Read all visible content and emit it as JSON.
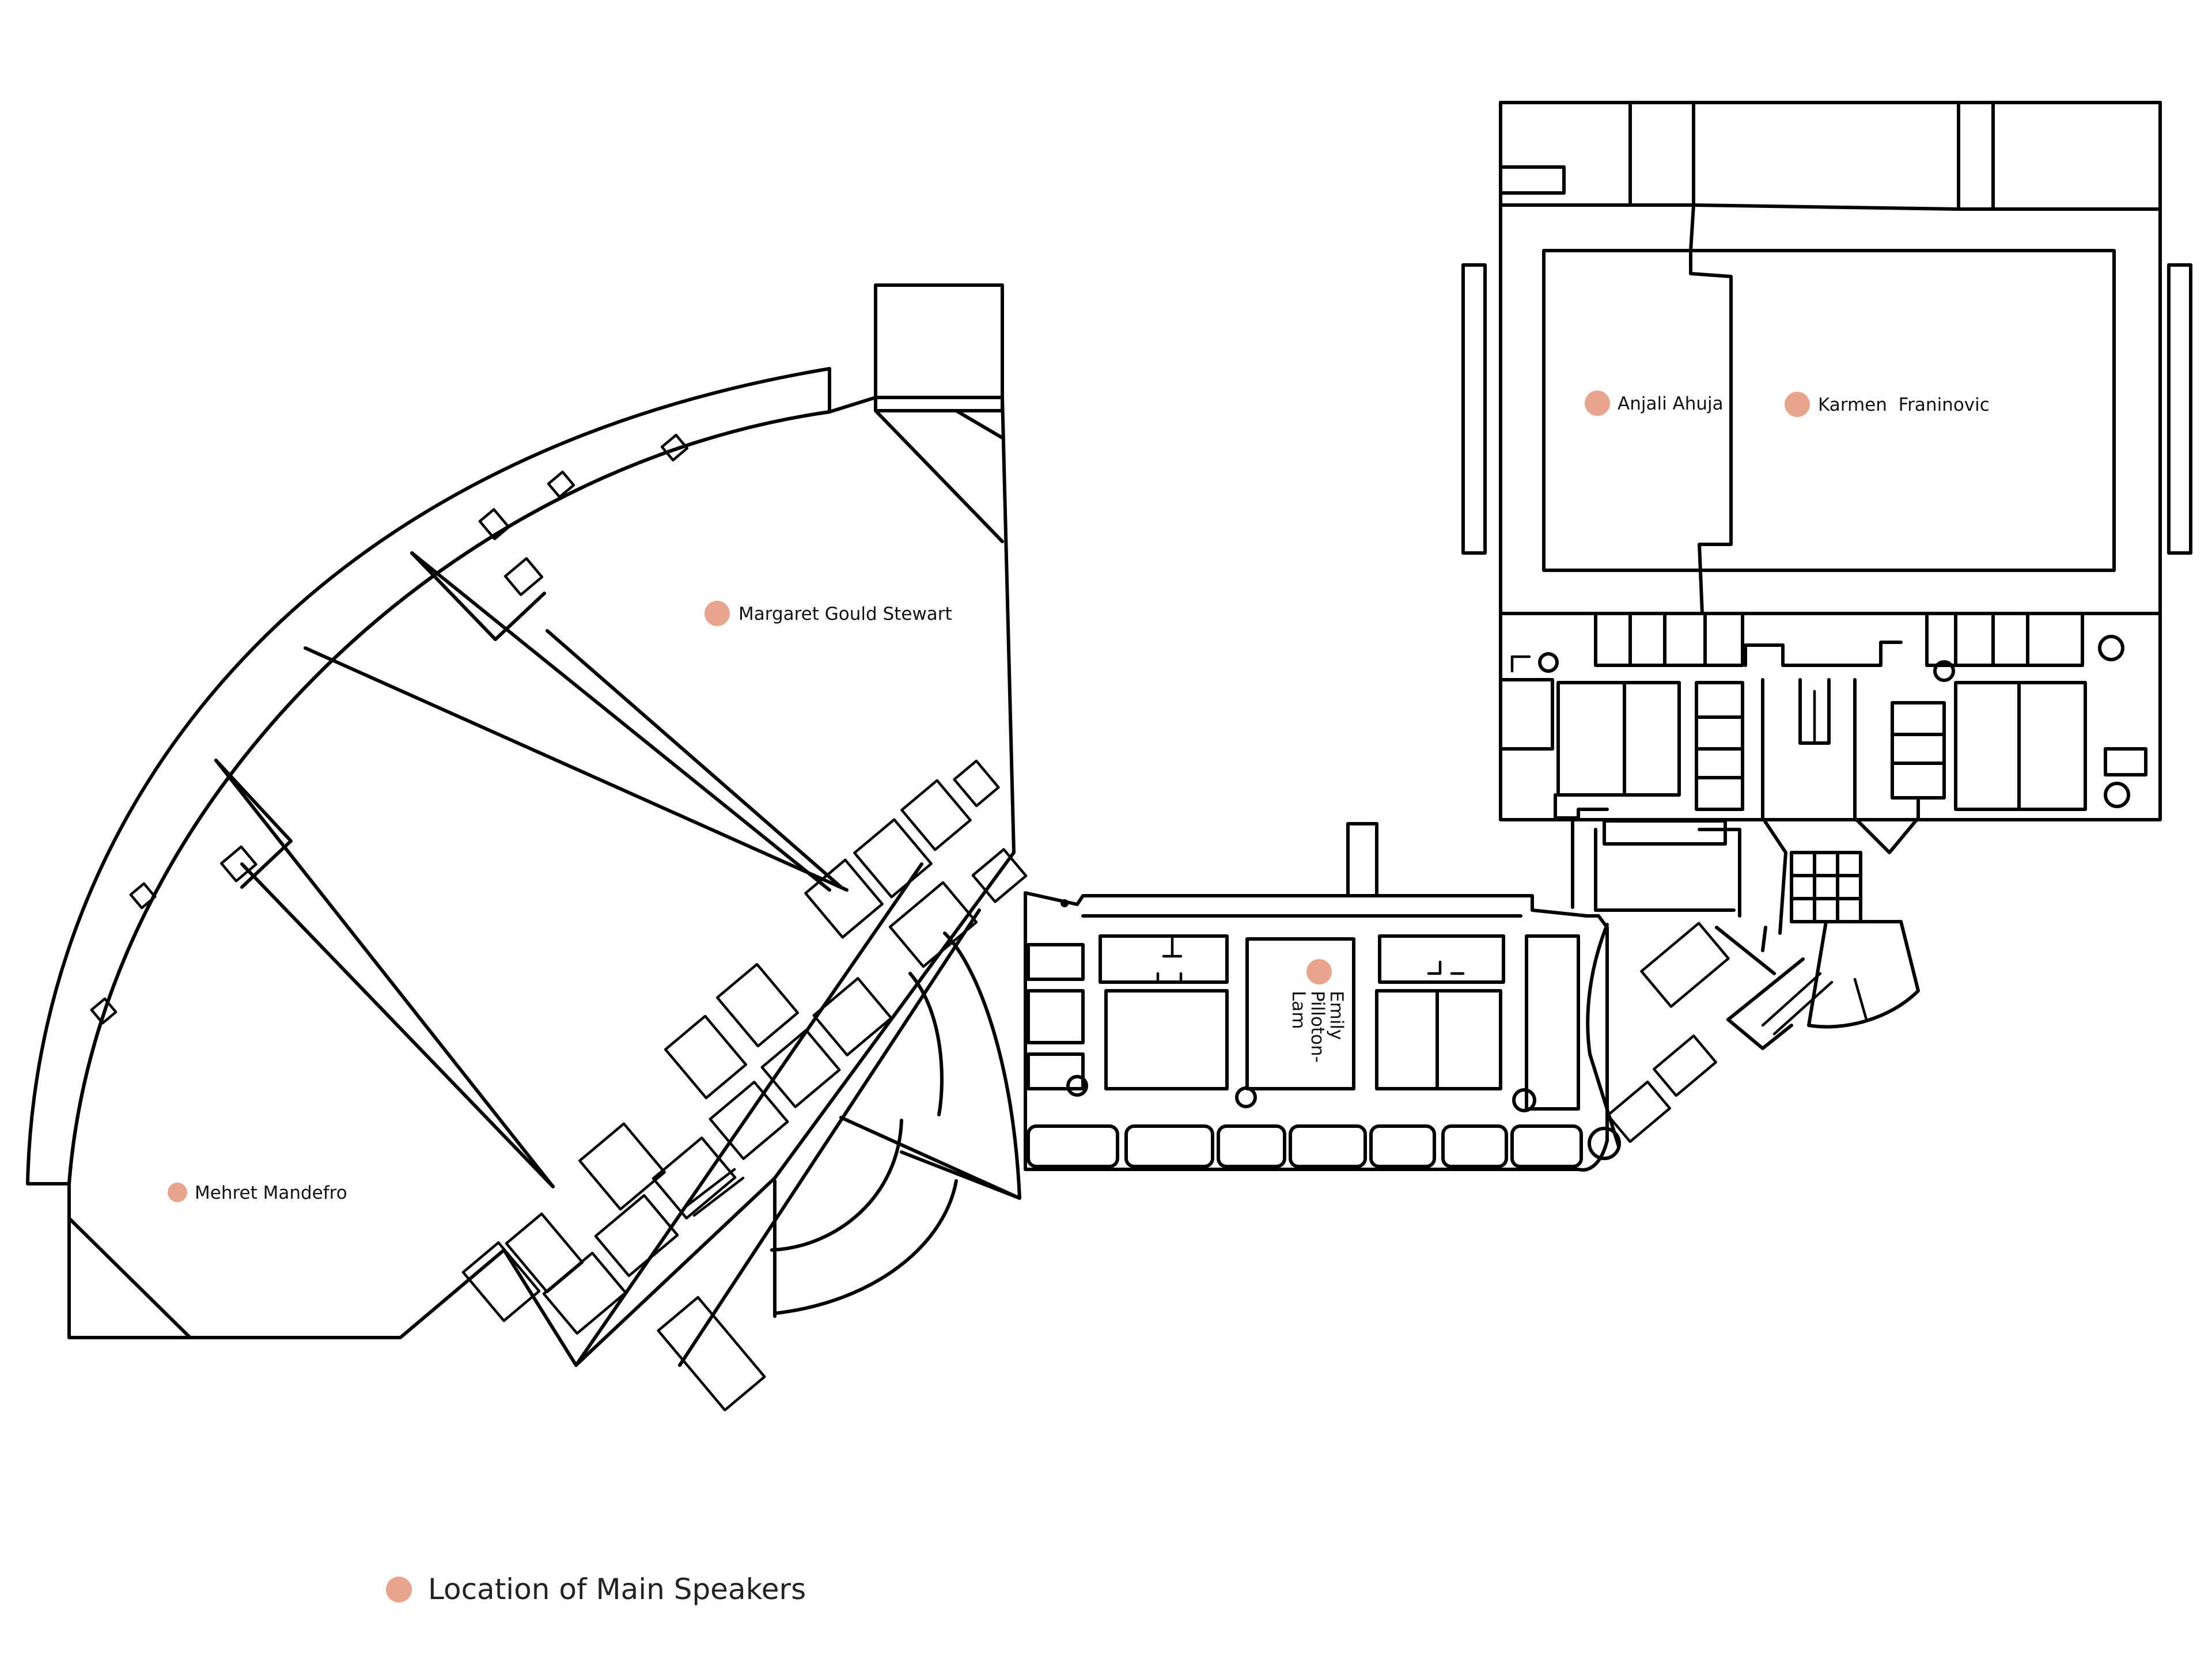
{
  "map": {
    "marker_color": "#e8a48c",
    "speakers": [
      {
        "name": "Margaret Gould Stewart"
      },
      {
        "name": "Mehret Mandefro"
      },
      {
        "name": "Anjali Ahuja"
      },
      {
        "name": "Karmen  Franinovic"
      },
      {
        "name": "Emily Pilloton-Lam",
        "lines": [
          "Emily",
          "Pilloton-",
          "Lam"
        ]
      }
    ]
  },
  "legend": {
    "label": "Location of Main Speakers"
  }
}
